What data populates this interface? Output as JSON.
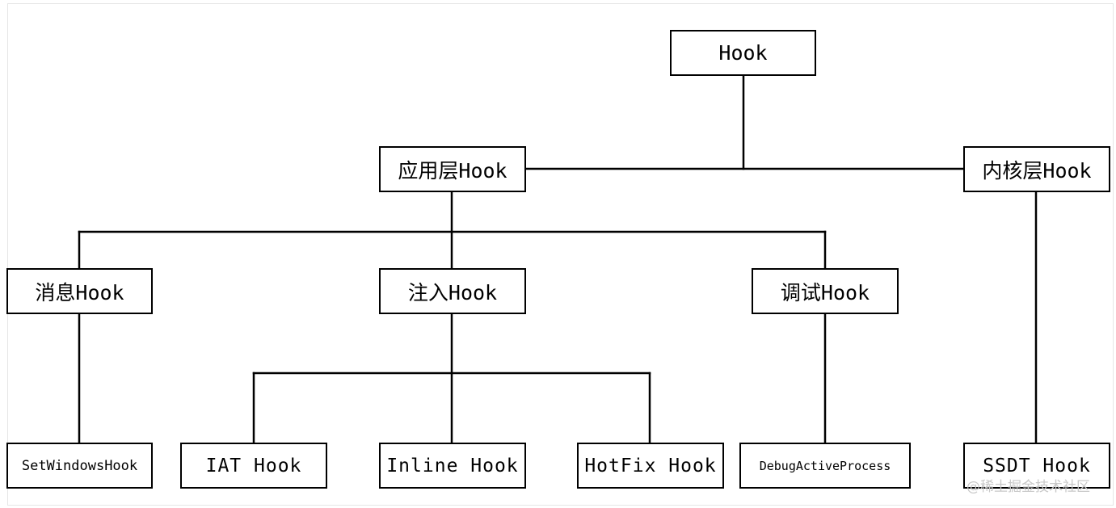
{
  "diagram": {
    "nodes": {
      "root": "Hook",
      "app_layer": "应用层Hook",
      "kernel_layer": "内核层Hook",
      "message": "消息Hook",
      "injection": "注入Hook",
      "debug": "调试Hook",
      "set_windows_hook": "SetWindowsHook",
      "iat": "IAT Hook",
      "inline": "Inline Hook",
      "hotfix": "HotFix Hook",
      "debug_active_process": "DebugActiveProcess",
      "ssdt": "SSDT Hook"
    },
    "edges": [
      [
        "root",
        "app_layer"
      ],
      [
        "root",
        "kernel_layer"
      ],
      [
        "app_layer",
        "message"
      ],
      [
        "app_layer",
        "injection"
      ],
      [
        "app_layer",
        "debug"
      ],
      [
        "message",
        "set_windows_hook"
      ],
      [
        "injection",
        "iat"
      ],
      [
        "injection",
        "inline"
      ],
      [
        "injection",
        "hotfix"
      ],
      [
        "debug",
        "debug_active_process"
      ],
      [
        "kernel_layer",
        "ssdt"
      ]
    ]
  },
  "watermark": "@稀土掘金技术社区"
}
